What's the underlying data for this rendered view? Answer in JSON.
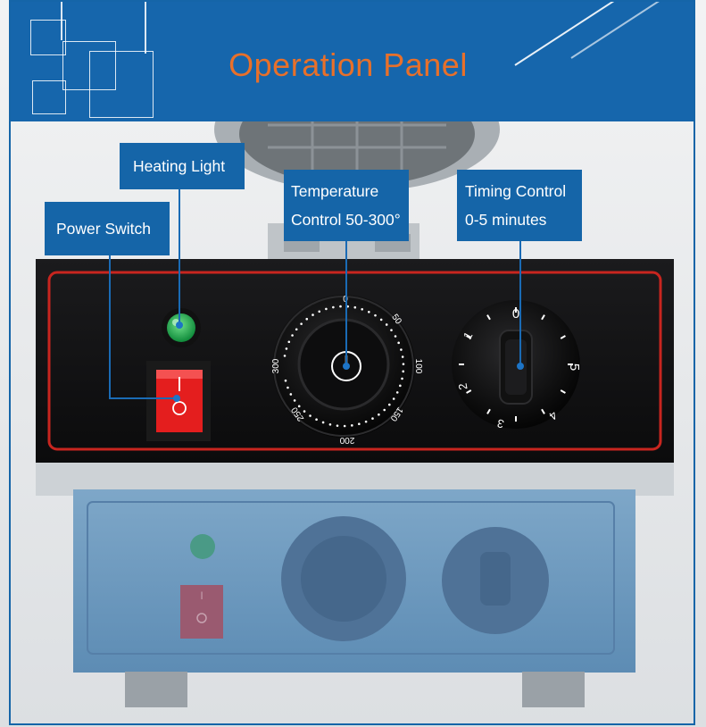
{
  "header": {
    "title": "Operation Panel"
  },
  "callouts": {
    "heating_light": "Heating Light",
    "power_switch": "Power Switch",
    "temperature_line1": "Temperature",
    "temperature_line2": "Control 50-300°",
    "timing_line1": "Timing Control",
    "timing_line2": "0-5 minutes"
  },
  "temperature_dial": {
    "scale_labels": [
      "0",
      "50",
      "100",
      "150",
      "200",
      "250",
      "300"
    ]
  },
  "timer_dial": {
    "scale_labels": [
      "0",
      "1",
      "2",
      "3",
      "4",
      "5"
    ]
  },
  "switch": {
    "marks": [
      "I",
      "O"
    ]
  },
  "colors": {
    "header_blue": "#1666ac",
    "title_orange": "#e8702a",
    "panel_red": "#c8251f",
    "switch_red": "#e41e1e",
    "light_green": "#1fae4f"
  }
}
